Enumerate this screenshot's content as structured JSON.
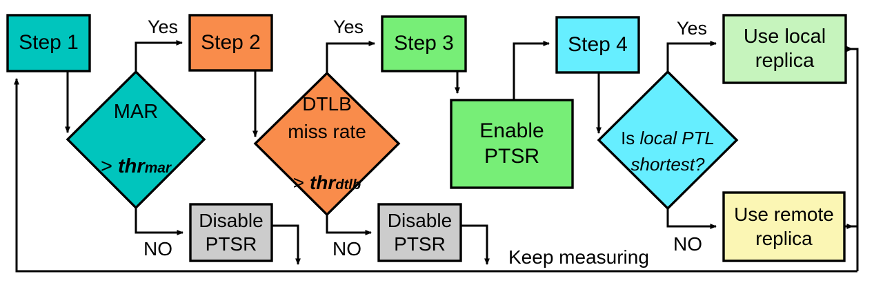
{
  "diagram": {
    "title": "PTSR adaptive decision flowchart",
    "colors": {
      "teal": "#00c5bd",
      "orange": "#f98c4b",
      "green": "#77ee77",
      "cyan": "#66eeff",
      "light_green": "#c6f4bd",
      "light_yellow": "#fbf6b4",
      "gray": "#cccccc",
      "stroke": "#000000",
      "text": "#000000",
      "background": "#ffffff"
    },
    "nodes": {
      "step1": {
        "label": "Step 1",
        "shape": "rectangle",
        "fill": "#00c5bd"
      },
      "mar_decision": {
        "label_line1": "MAR",
        "label_line2_prefix": "> ",
        "label_line2_var": "thr",
        "label_line2_sub": "mar",
        "shape": "diamond",
        "fill": "#00c5bd"
      },
      "step2": {
        "label": "Step 2",
        "shape": "rectangle",
        "fill": "#f98c4b"
      },
      "dtlb_decision": {
        "label_line1": "DTLB",
        "label_line2": "miss rate",
        "label_line3_prefix": "> ",
        "label_line3_var": "thr",
        "label_line3_sub": "dtlb",
        "shape": "diamond",
        "fill": "#f98c4b"
      },
      "step3": {
        "label": "Step 3",
        "shape": "rectangle",
        "fill": "#77ee77"
      },
      "enable_ptsr": {
        "label": "Enable\nPTSR",
        "shape": "rectangle",
        "fill": "#77ee77"
      },
      "step4": {
        "label": "Step 4",
        "shape": "rectangle",
        "fill": "#66eeff"
      },
      "ptl_decision": {
        "label_prefix": "Is ",
        "label_italic1": "local PTL",
        "label_italic2": "shortest?",
        "shape": "diamond",
        "fill": "#66eeff"
      },
      "use_local_replica": {
        "label": "Use local\nreplica",
        "shape": "rectangle",
        "fill": "#c6f4bd"
      },
      "use_remote_replica": {
        "label": "Use remote\nreplica",
        "shape": "rectangle",
        "fill": "#fbf6b4"
      },
      "disable_ptsr_1": {
        "label": "Disable\nPTSR",
        "shape": "rectangle",
        "fill": "#cccccc"
      },
      "disable_ptsr_2": {
        "label": "Disable\nPTSR",
        "shape": "rectangle",
        "fill": "#cccccc"
      }
    },
    "edge_labels": {
      "yes1": "Yes",
      "yes2": "Yes",
      "yes3": "Yes",
      "no1": "NO",
      "no2": "NO",
      "no3": "NO",
      "keep_measuring": "Keep measuring"
    }
  }
}
